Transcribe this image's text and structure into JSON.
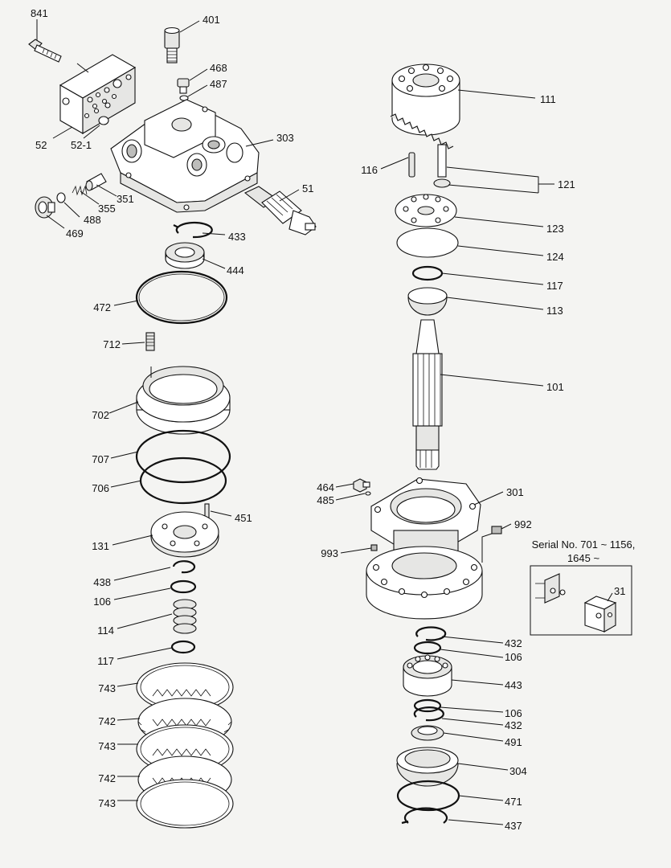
{
  "labels": {
    "p841": "841",
    "p401": "401",
    "p468": "468",
    "p487": "487",
    "p52": "52",
    "p52_1": "52-1",
    "p303": "303",
    "p351": "351",
    "p355": "355",
    "p488": "488",
    "p469": "469",
    "p51": "51",
    "p433": "433",
    "p444": "444",
    "p472": "472",
    "p712": "712",
    "p702": "702",
    "p707": "707",
    "p706": "706",
    "p451": "451",
    "p131": "131",
    "p438": "438",
    "p106a": "106",
    "p114": "114",
    "p117a": "117",
    "p743a": "743",
    "p742a": "742",
    "p743b": "743",
    "p742b": "742",
    "p743c": "743",
    "p111": "111",
    "p116": "116",
    "p121": "121",
    "p123": "123",
    "p124": "124",
    "p117b": "117",
    "p113": "113",
    "p101": "101",
    "p464": "464",
    "p485": "485",
    "p301": "301",
    "p992": "992",
    "p993": "993",
    "p31": "31",
    "p432a": "432",
    "p106b": "106",
    "p443": "443",
    "p106c": "106",
    "p432b": "432",
    "p491": "491",
    "p304": "304",
    "p471": "471",
    "p437": "437"
  },
  "serial_note": {
    "line1": "Serial No. 701 ~ 1156,",
    "line2": "1645 ~"
  }
}
